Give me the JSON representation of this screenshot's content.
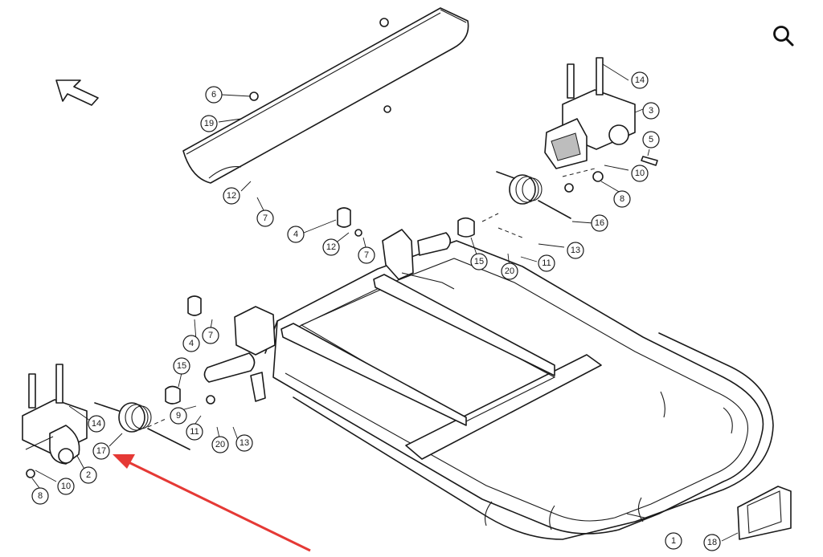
{
  "diagram": {
    "callouts": {
      "c1": "1",
      "c2": "2",
      "c3": "3",
      "c4a": "4",
      "c4b": "4",
      "c5": "5",
      "c6": "6",
      "c7a": "7",
      "c7b": "7",
      "c7c": "7",
      "c8a": "8",
      "c8b": "8",
      "c9": "9",
      "c10a": "10",
      "c10b": "10",
      "c11a": "11",
      "c11b": "11",
      "c12a": "12",
      "c12b": "12",
      "c13a": "13",
      "c13b": "13",
      "c14a": "14",
      "c14b": "14",
      "c15a": "15",
      "c15b": "15",
      "c16": "16",
      "c17": "17",
      "c18": "18",
      "c19": "19",
      "c20a": "20",
      "c20b": "20"
    },
    "arrow_color": "#e53935"
  },
  "toolbar": {
    "zoom_icon": "magnifier-icon"
  }
}
